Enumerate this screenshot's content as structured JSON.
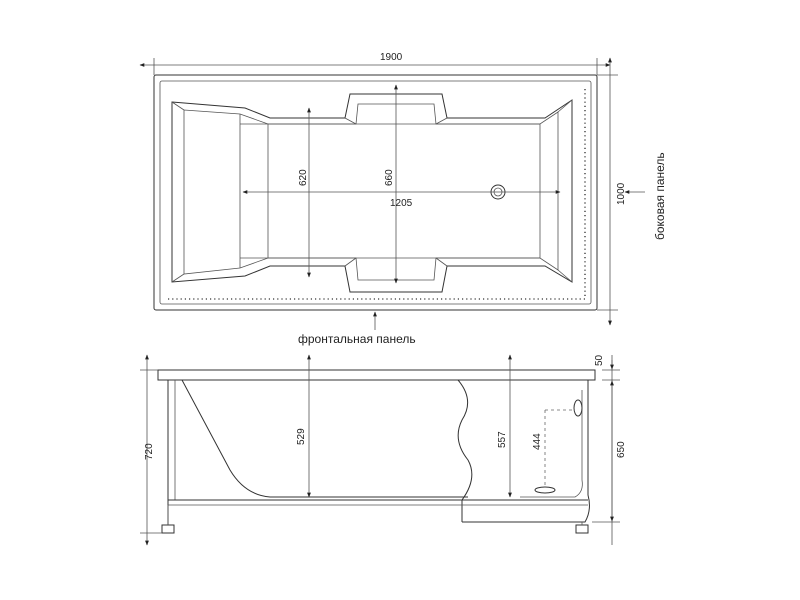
{
  "dimensions": {
    "length": "1900",
    "width": "1000",
    "inner_width": "620",
    "inner_width_2": "660",
    "inner_length": "1205",
    "total_height": "720",
    "depth_1": "529",
    "depth_2": "557",
    "overflow_height": "444",
    "rim": "50",
    "side_height": "650"
  },
  "labels": {
    "side_panel": "боковая панель",
    "front_panel": "фронтальная панель"
  }
}
